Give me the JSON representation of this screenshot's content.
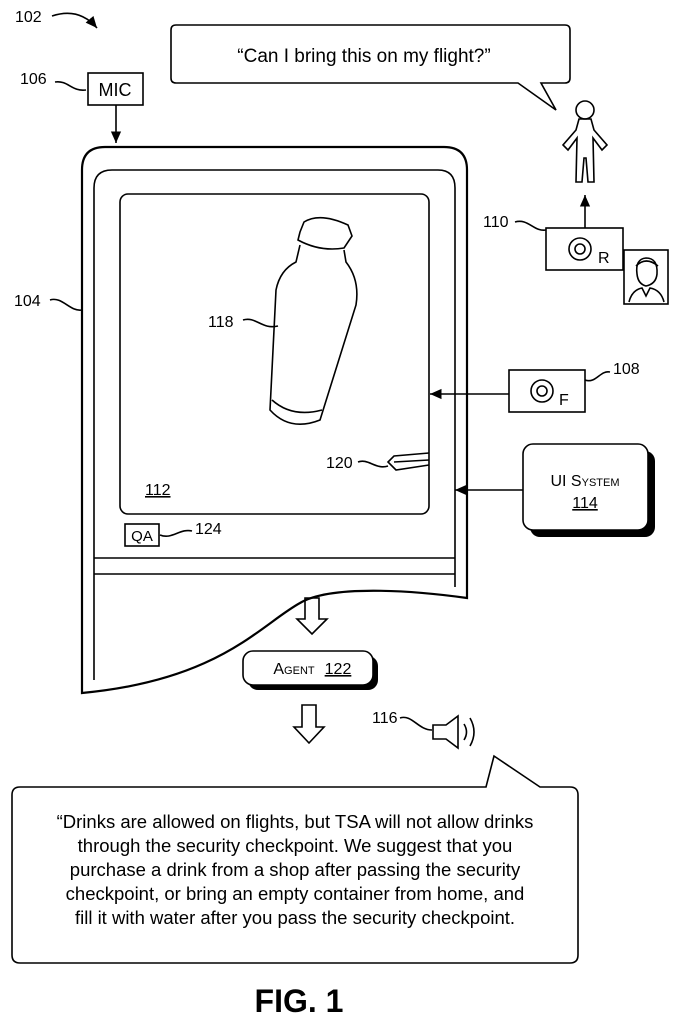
{
  "figure": {
    "ref_overall": "102",
    "caption": "FIG. 1"
  },
  "speech_user": {
    "text": "“Can I bring this on my flight?”"
  },
  "mic": {
    "label": "MIC",
    "ref": "106"
  },
  "device": {
    "ref": "104",
    "screen_ref": "112",
    "qa_label": "QA",
    "qa_ref": "124"
  },
  "bottle": {
    "ref": "118"
  },
  "pointer": {
    "ref": "120"
  },
  "rear_camera": {
    "ref": "110",
    "letter": "R"
  },
  "front_camera": {
    "ref": "108",
    "letter": "F"
  },
  "ui_system": {
    "line1": "UI System",
    "ref": "114"
  },
  "agent": {
    "label": "Agent",
    "ref": "122"
  },
  "speaker": {
    "ref": "116"
  },
  "response": {
    "lines": [
      "“Drinks are allowed on flights, but TSA will not allow drinks",
      "through the security checkpoint.  We suggest that you",
      "purchase a drink from a shop after passing the security",
      "checkpoint, or bring an empty container from home, and",
      "fill it with water after you pass the security checkpoint."
    ]
  },
  "icons": [
    "microphone-box",
    "person-figure",
    "camera-rear-icon",
    "camera-front-icon",
    "portrait-photo-icon",
    "speaker-icon",
    "arrow-down-icon"
  ]
}
